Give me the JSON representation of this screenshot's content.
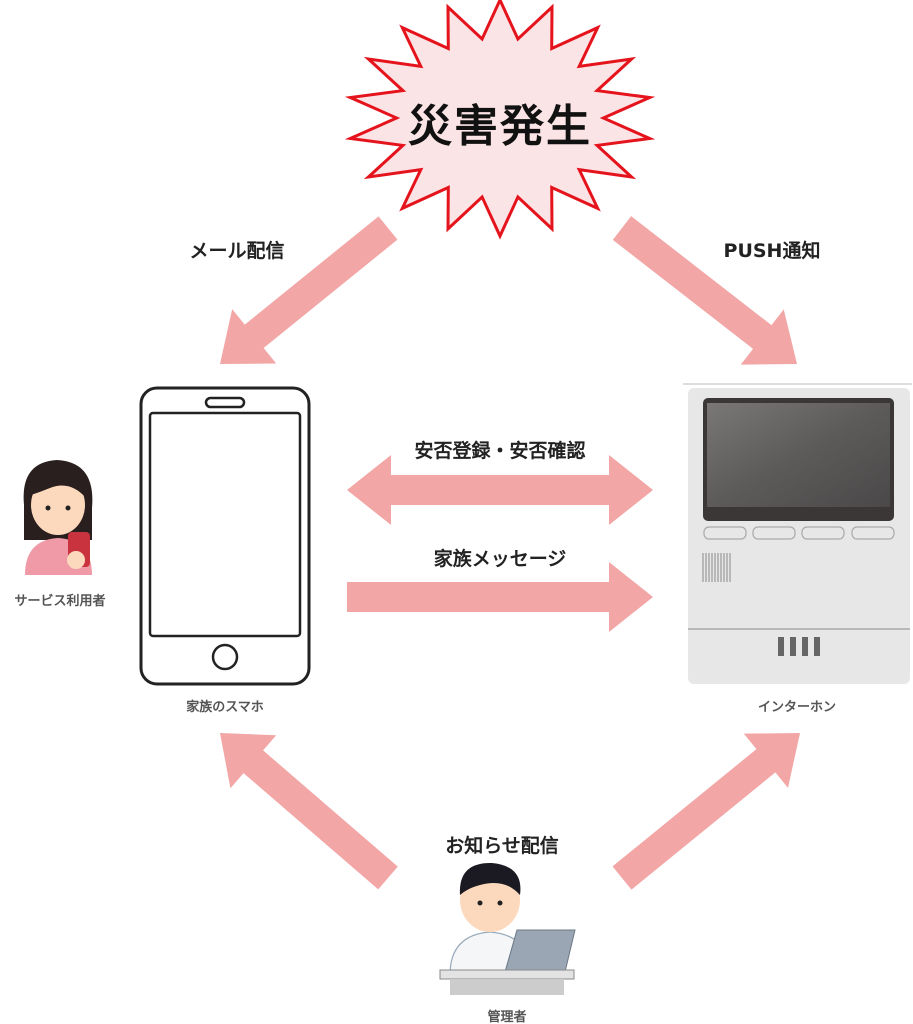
{
  "title": "災害発生",
  "arrows": {
    "mail": "メール配信",
    "push": "PUSH通知",
    "safety": "安否登録・安否確認",
    "family_message": "家族メッセージ",
    "notice": "お知らせ配信"
  },
  "actors": {
    "user": "サービス利用者",
    "phone": "家族のスマホ",
    "intercom": "インターホン",
    "admin": "管理者"
  },
  "colors": {
    "arrow": "#f2a6a6",
    "burst_fill": "#fbe4e6",
    "burst_stroke": "#e5141c"
  }
}
